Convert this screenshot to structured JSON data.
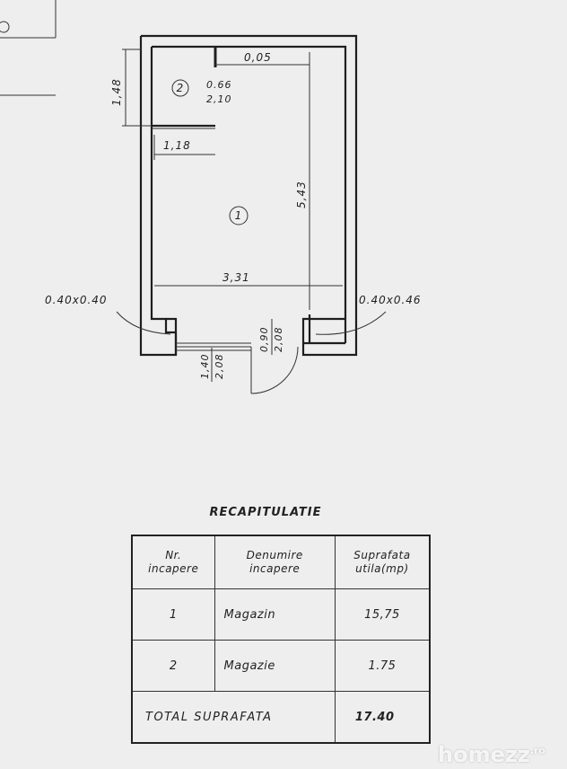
{
  "plan": {
    "room1_number": "1",
    "room2_number": "2",
    "dim_wall_thickness": "0,05",
    "dim_room2_height": "1,48",
    "dim_room2_door_w": "0.66",
    "dim_room2_door_h": "2,10",
    "dim_room2_width": "1,18",
    "dim_room1_length": "5,43",
    "dim_room1_width": "3,31",
    "pillar_left": "0.40x0.40",
    "pillar_right": "0.40x0.46",
    "window_w": "1,40",
    "window_h": "2,08",
    "door_w": "0,90",
    "door_h": "2,08"
  },
  "recap": {
    "title": "RECAPITULATIE",
    "headers": {
      "nr_line1": "Nr.",
      "nr_line2": "incapere",
      "name_line1": "Denumire",
      "name_line2": "incapere",
      "area_line1": "Suprafata",
      "area_line2": "utila(mp)"
    },
    "rows": [
      {
        "nr": "1",
        "name": "Magazin",
        "area": "15,75"
      },
      {
        "nr": "2",
        "name": "Magazie",
        "area": "1.75"
      }
    ],
    "total_label": "TOTAL SUPRAFATA",
    "total_value": "17.40"
  },
  "watermark": {
    "brand": "homezz",
    "suffix": ".ro"
  }
}
